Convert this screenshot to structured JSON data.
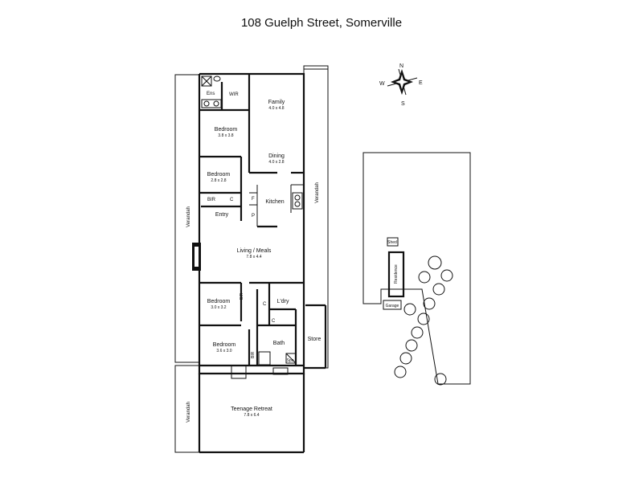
{
  "title": "108 Guelph Street, Somerville",
  "compass": {
    "n": "N",
    "s": "S",
    "e": "E",
    "w": "W"
  },
  "rooms": {
    "ens": {
      "name": "Ens"
    },
    "wir": {
      "name": "WIR"
    },
    "family": {
      "name": "Family",
      "dims": "4.0 x 4.8"
    },
    "bedroom1": {
      "name": "Bedroom",
      "dims": "3.8 x 3.8"
    },
    "dining": {
      "name": "Dining",
      "dims": "4.0 x 2.8"
    },
    "bedroom2": {
      "name": "Bedroom",
      "dims": "2.8 x 2.8"
    },
    "bir1": {
      "name": "BIR"
    },
    "c1": {
      "name": "C"
    },
    "f": {
      "name": "F"
    },
    "p": {
      "name": "P"
    },
    "kitchen": {
      "name": "Kitchen"
    },
    "entry": {
      "name": "Entry"
    },
    "living": {
      "name": "Living / Meals",
      "dims": "7.8 x 4.4"
    },
    "bedroom3": {
      "name": "Bedroom",
      "dims": "3.0 x 3.2"
    },
    "bir2": {
      "name": "BIR"
    },
    "c2": {
      "name": "C"
    },
    "ldry": {
      "name": "L'dry"
    },
    "c3": {
      "name": "C"
    },
    "bedroom4": {
      "name": "Bedroom",
      "dims": "3.6 x 3.0"
    },
    "bir3": {
      "name": "BIR"
    },
    "bath": {
      "name": "Bath"
    },
    "spa": {
      "name": "Spa"
    },
    "store": {
      "name": "Store"
    },
    "teen": {
      "name": "Teenage Retreat",
      "dims": "7.8 x 6.4"
    }
  },
  "verandahs": {
    "left_top": "Verandah",
    "left_bottom": "Verandah",
    "right": "Verandah"
  },
  "site": {
    "shed": "Shed",
    "residence": "Residence",
    "garage": "Garage"
  }
}
